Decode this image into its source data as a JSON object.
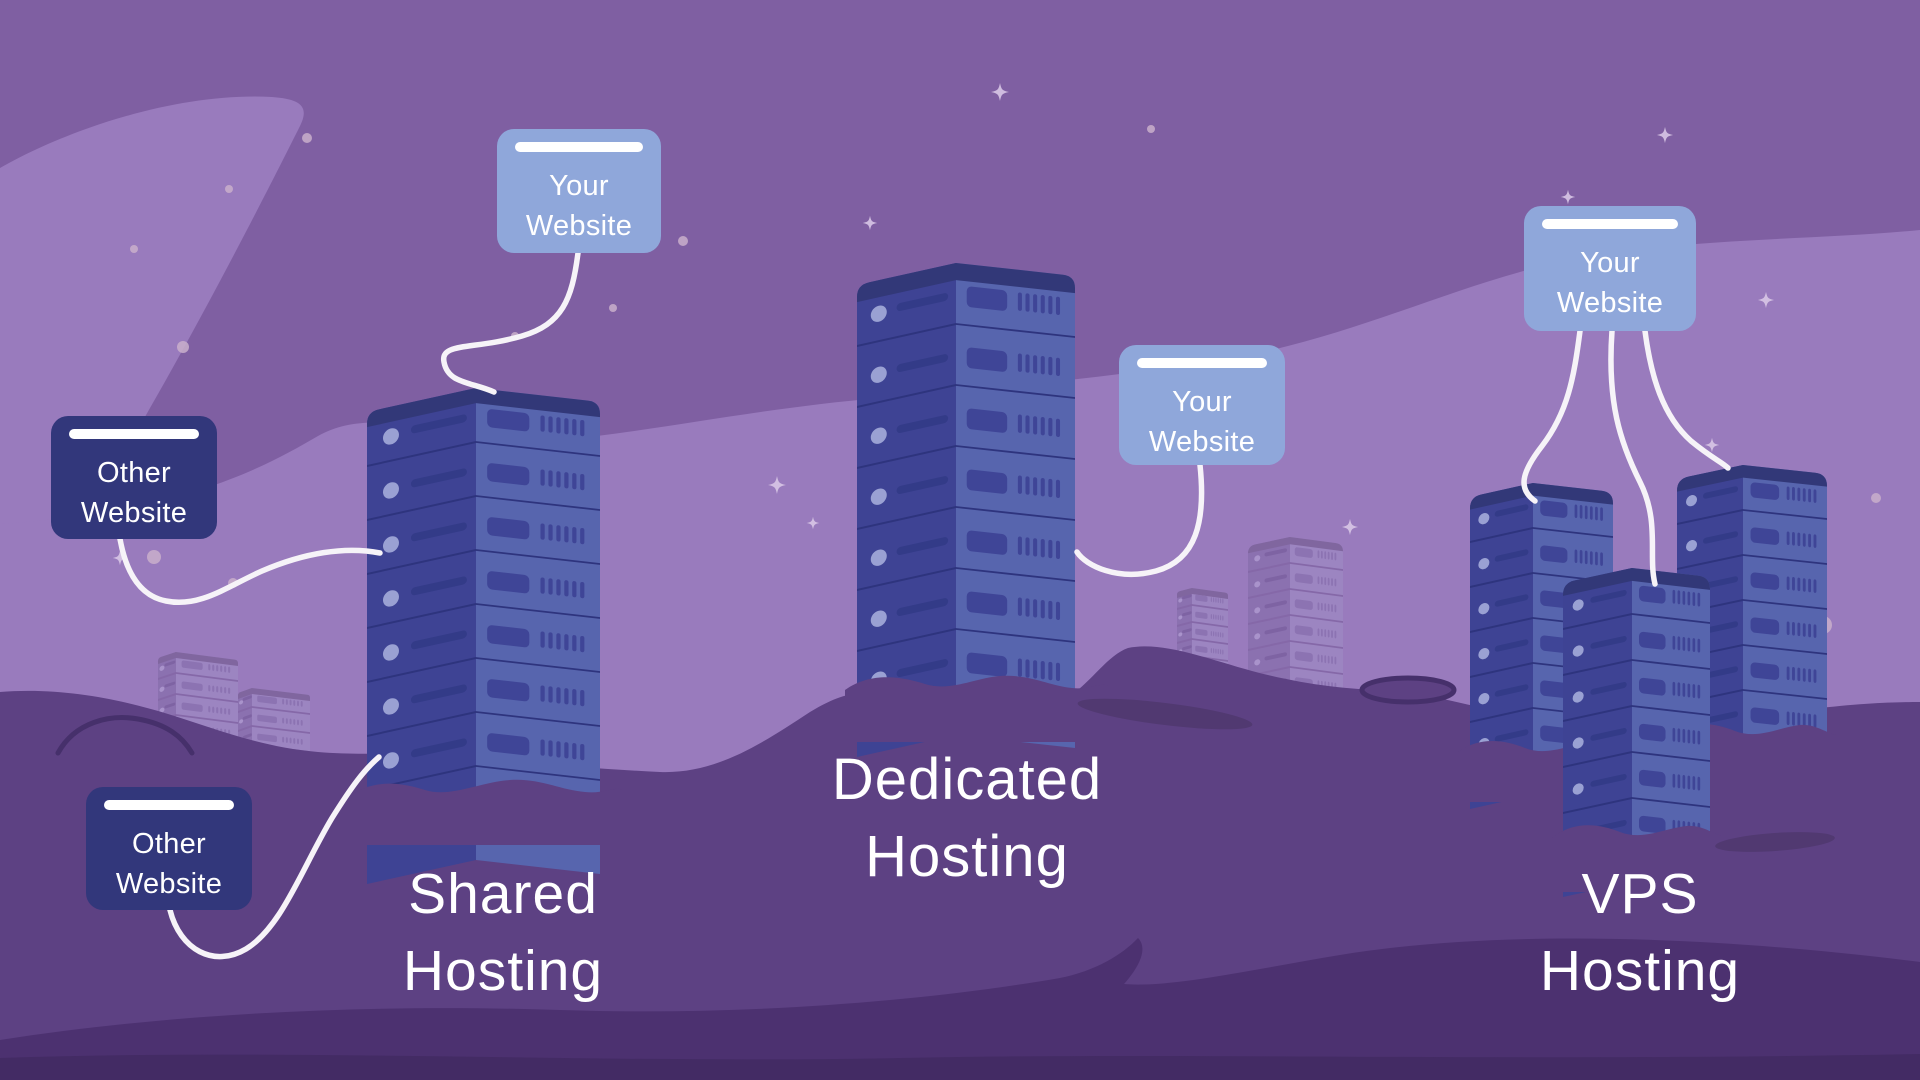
{
  "badges": {
    "shared_your": {
      "line1": "Your",
      "line2": "Website"
    },
    "shared_other_1": {
      "line1": "Other",
      "line2": "Website"
    },
    "shared_other_2": {
      "line1": "Other",
      "line2": "Website"
    },
    "dedicated_your": {
      "line1": "Your",
      "line2": "Website"
    },
    "vps_your": {
      "line1": "Your",
      "line2": "Website"
    }
  },
  "titles": {
    "shared": {
      "line1": "Shared",
      "line2": "Hosting"
    },
    "dedicated": {
      "line1": "Dedicated",
      "line2": "Hosting"
    },
    "vps": {
      "line1": "VPS",
      "line2": "Hosting"
    }
  },
  "colors": {
    "sky": "#7F5FA2",
    "sky_light": "#997BBD",
    "ground": "#5D4183",
    "ground_wave": "#4C3170",
    "bottom_strip": "#432B64",
    "badge_light_blue": "#8FA7DA",
    "badge_navy": "#32377B",
    "label_text": "#FFFFFF",
    "wire": "#F6F3F8",
    "star": "#D8C6E6",
    "dot": "#C9AFCB",
    "rock_outline": "#46306B",
    "shadow": "#513971",
    "tower": {
      "front": "#3E4394",
      "side": "#5765AE",
      "cap": "#323878",
      "divider": "#2E347E",
      "led": "#9AA1D3",
      "stripe": "#333B88",
      "detail": "#3F4597"
    },
    "faded_tower": {
      "front": "#8B71B0",
      "side": "#9C85C1",
      "cap": "#80669F",
      "divider": "#8568A8",
      "led": "#A993CB",
      "stripe": "#7E63A3",
      "detail": "#8C73B2"
    }
  }
}
